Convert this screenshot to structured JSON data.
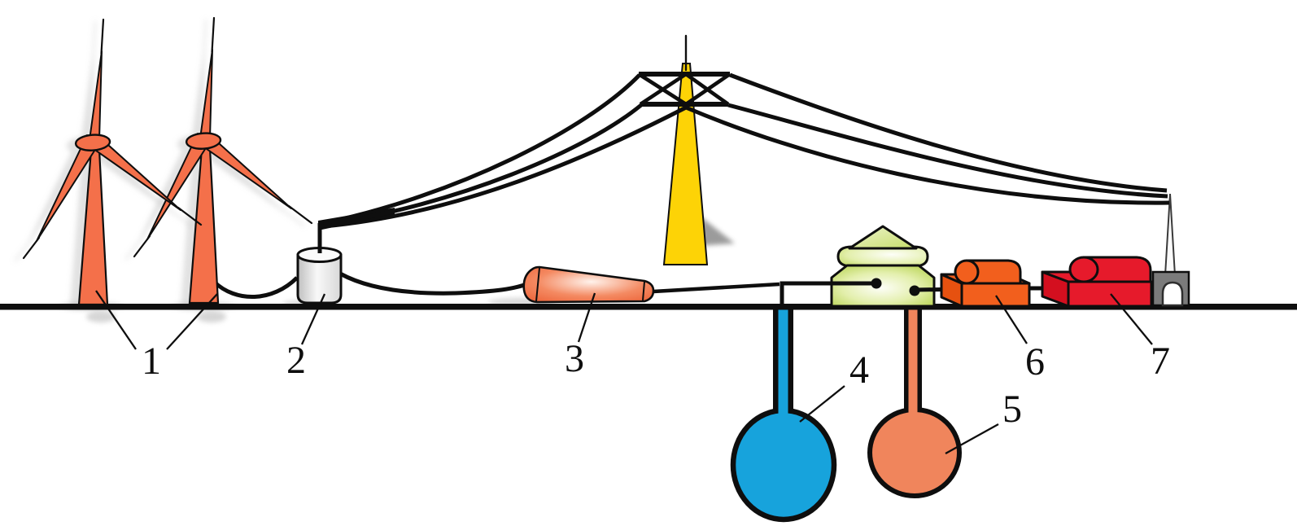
{
  "figure": {
    "kind": "energy-system-schematic",
    "background": "#ffffff",
    "components": {
      "1": "wind-turbines",
      "2": "small-cylinder-unit",
      "3": "horizontal-surface-tank",
      "4": "underground-blue-sphere",
      "5": "underground-orange-sphere",
      "6": "orange-machine-unit",
      "7": "red-machine-unit"
    }
  },
  "labels": [
    {
      "text": "1"
    },
    {
      "text": "2"
    },
    {
      "text": "3"
    },
    {
      "text": "4"
    },
    {
      "text": "5"
    },
    {
      "text": "6"
    },
    {
      "text": "7"
    }
  ],
  "colors": {
    "ink": "#0e0e0e",
    "turbine-orange": "#f4704a",
    "pylon-yellow": "#fdd306",
    "metal-light": "#f8f8f8",
    "metal-mid": "#d8d8d8",
    "metal-dark": "#bfbfbf",
    "tank-highlight": "#fff3ec",
    "tank-orange": "#f48a62",
    "tank-deep": "#ec6136",
    "plant-highlight": "#fdfef8",
    "plant-mid": "#e3efac",
    "plant-green": "#b0ce41",
    "cone-light": "#eef5cd",
    "cone-green": "#cadf74",
    "machine-orange": "#f25f1d",
    "machine-orange-dark": "#e65110",
    "machine-red": "#e61a2b",
    "machine-red-dark": "#d40f1f",
    "sphere-blue": "#17a3dc",
    "sphere-salmon": "#f0855c",
    "arch-gray": "#7b7b7b",
    "shadow-gray": "#8e8e8e"
  }
}
